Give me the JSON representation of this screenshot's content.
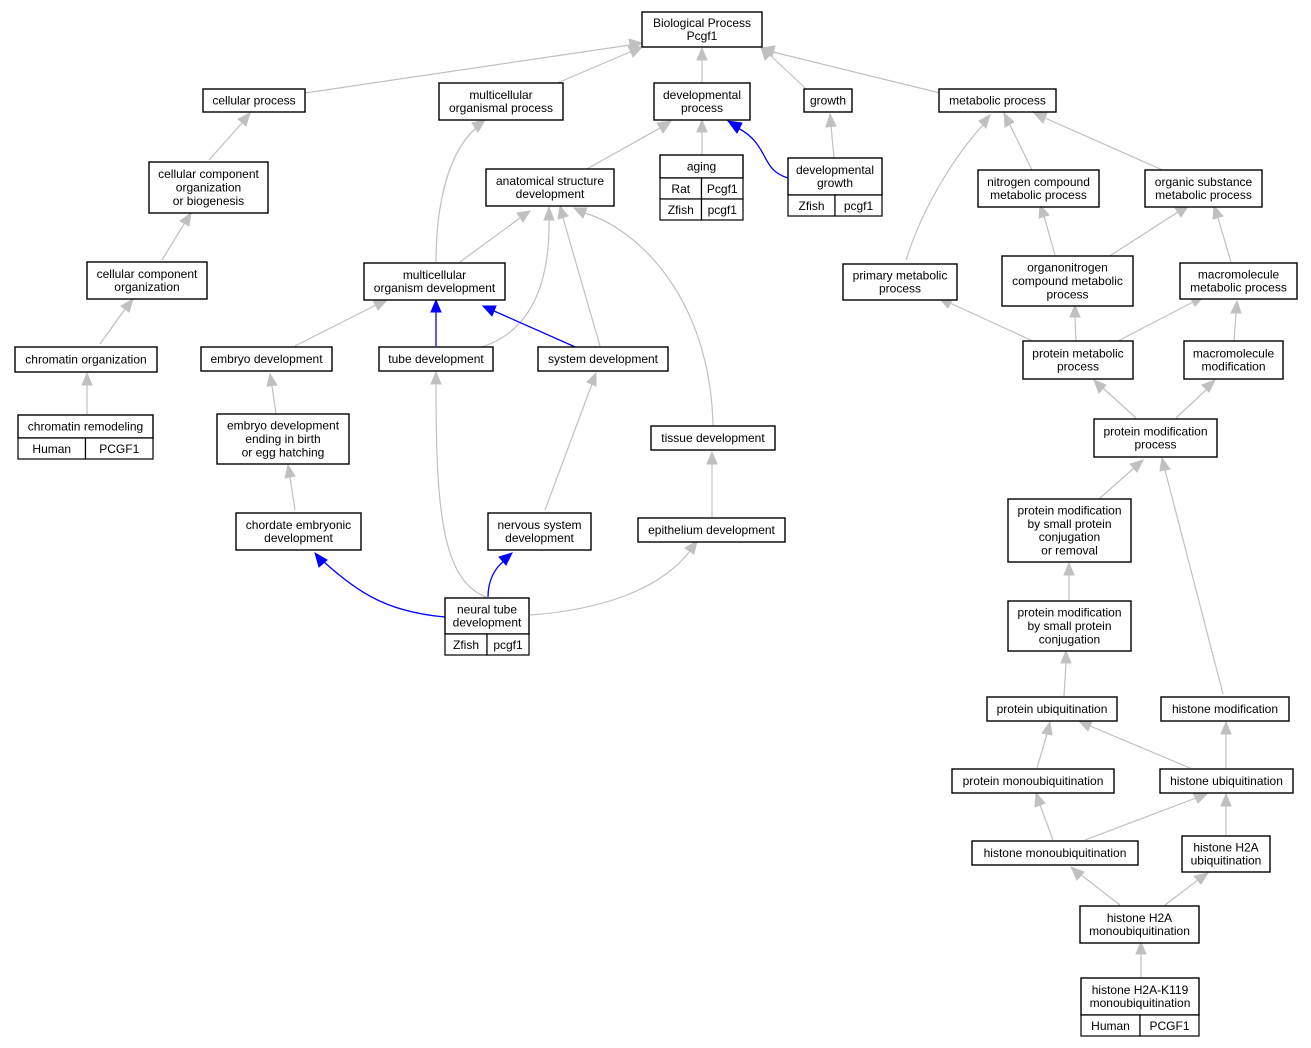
{
  "colors": {
    "human": "#FF6347",
    "rat": "#FFD700",
    "zfish": "#6495ED",
    "edge_default": "#c0c0c0",
    "edge_highlight": "#0000ff"
  },
  "nodes": {
    "bp_root": [
      "Biological Process",
      "Pcgf1"
    ],
    "cellular_process": [
      "cellular process"
    ],
    "multicellular_organismal_process": [
      "multicellular",
      "organismal process"
    ],
    "developmental_process": [
      "developmental",
      "process"
    ],
    "growth": [
      "growth"
    ],
    "metabolic_process": [
      "metabolic process"
    ],
    "ccob": [
      "cellular component",
      "organization",
      "or biogenesis"
    ],
    "aging": [
      "aging"
    ],
    "anatomical_structure_development": [
      "anatomical structure",
      "development"
    ],
    "developmental_growth": [
      "developmental",
      "growth"
    ],
    "nitrogen_compound_metabolic_process": [
      "nitrogen compound",
      "metabolic process"
    ],
    "organic_substance_metabolic_process": [
      "organic substance",
      "metabolic process"
    ],
    "cellular_component_organization": [
      "cellular component",
      "organization"
    ],
    "multicellular_organism_development": [
      "multicellular",
      "organism development"
    ],
    "primary_metabolic_process": [
      "primary metabolic",
      "process"
    ],
    "organonitrogen_compound_metabolic_process": [
      "organonitrogen",
      "compound metabolic",
      "process"
    ],
    "macromolecule_metabolic_process": [
      "macromolecule",
      "metabolic process"
    ],
    "chromatin_organization": [
      "chromatin organization"
    ],
    "embryo_development": [
      "embryo development"
    ],
    "tube_development": [
      "tube development"
    ],
    "system_development": [
      "system development"
    ],
    "protein_metabolic_process": [
      "protein metabolic",
      "process"
    ],
    "macromolecule_modification": [
      "macromolecule",
      "modification"
    ],
    "chromatin_remodeling": [
      "chromatin remodeling"
    ],
    "embryo_dev_ending_birth": [
      "embryo development",
      "ending in birth",
      "or egg hatching"
    ],
    "tissue_development": [
      "tissue development"
    ],
    "protein_modification_process": [
      "protein modification",
      "process"
    ],
    "chordate_embryonic_development": [
      "chordate embryonic",
      "development"
    ],
    "nervous_system_development": [
      "nervous system",
      "development"
    ],
    "epithelium_development": [
      "epithelium development"
    ],
    "pm_small_protein_conj_or_removal": [
      "protein modification",
      "by small protein",
      "conjugation",
      "or removal"
    ],
    "neural_tube_development": [
      "neural tube",
      "development"
    ],
    "pm_small_protein_conj": [
      "protein modification",
      "by small protein",
      "conjugation"
    ],
    "protein_ubiquitination": [
      "protein ubiquitination"
    ],
    "histone_modification": [
      "histone modification"
    ],
    "protein_monoubiquitination": [
      "protein monoubiquitination"
    ],
    "histone_ubiquitination": [
      "histone ubiquitination"
    ],
    "histone_monoubiquitination": [
      "histone monoubiquitination"
    ],
    "histone_h2a_ubiquitination": [
      "histone H2A",
      "ubiquitination"
    ],
    "histone_h2a_monoubiquitination": [
      "histone H2A",
      "monoubiquitination"
    ],
    "histone_h2a_k119_monoubiquitination": [
      "histone H2A-K119",
      "monoubiquitination"
    ]
  },
  "annotations": {
    "aging": [
      {
        "species": "Rat",
        "gene": "Pcgf1",
        "color_key": "rat"
      },
      {
        "species": "Zfish",
        "gene": "pcgf1",
        "color_key": "zfish"
      }
    ],
    "developmental_growth": [
      {
        "species": "Zfish",
        "gene": "pcgf1",
        "color_key": "zfish"
      }
    ],
    "chromatin_remodeling": [
      {
        "species": "Human",
        "gene": "PCGF1",
        "color_key": "human"
      }
    ],
    "neural_tube_development": [
      {
        "species": "Zfish",
        "gene": "pcgf1",
        "color_key": "zfish"
      }
    ],
    "histone_h2a_k119_monoubiquitination": [
      {
        "species": "Human",
        "gene": "PCGF1",
        "color_key": "human"
      }
    ]
  }
}
